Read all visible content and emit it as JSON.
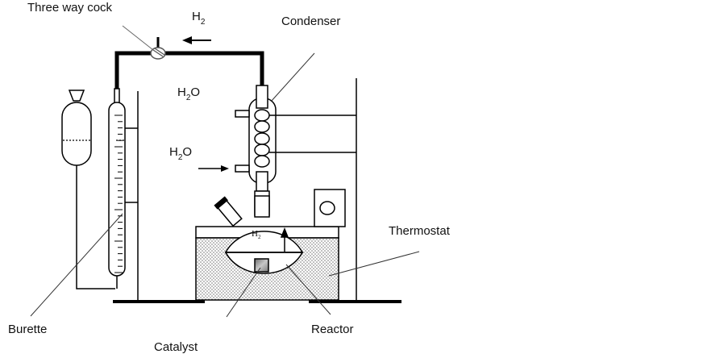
{
  "diagram": {
    "title": "Hydrogen generation apparatus",
    "labels": {
      "three_way_cock": "Three way cock",
      "condenser": "Condenser",
      "thermostat": "Thermostat",
      "burette": "Burette",
      "catalyst": "Catalyst",
      "reactor": "Reactor"
    },
    "species": {
      "h2_main": "H",
      "h2_sub": "2",
      "h2o_top_main": "H",
      "h2o_top_sub": "2",
      "h2o_top_tail": "O",
      "h2o_in_main": "H",
      "h2o_in_sub": "2",
      "h2o_in_tail": "O",
      "h2_flask_main": "H",
      "h2_flask_sub": "2"
    },
    "colors": {
      "line": "#000000",
      "bath_fill": "#d8d8d8",
      "catalyst_fill": "#9a9a9a"
    }
  }
}
